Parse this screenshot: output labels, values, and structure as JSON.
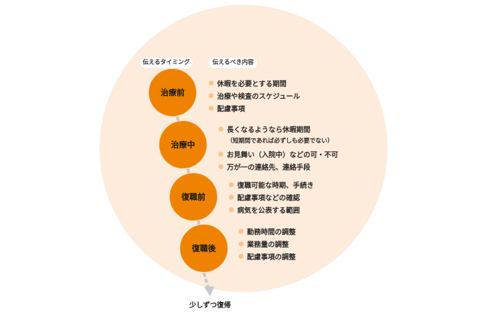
{
  "header": {
    "timing_label": "伝えるタイミング",
    "content_label": "伝えるべき内容"
  },
  "colors": {
    "background_circle": "#fdebdb",
    "node_fill": "#ef8200",
    "bullet": "#f7c58f",
    "connector": "#c8c8c8"
  },
  "stages": [
    {
      "label": "治療前",
      "items": [
        "休暇を必要とする期間",
        "治療や検査のスケジュール",
        "配慮事項"
      ]
    },
    {
      "label": "治療中",
      "items": [
        "長くなるようなら休暇期間",
        "お見舞い（入院中）などの可・不可",
        "万が一の連絡先、連絡手段"
      ],
      "note": "（短期間であれば必ずしも必要でない）"
    },
    {
      "label": "復職前",
      "items": [
        "復職可能な時期、手続き",
        "配慮事項などの確認",
        "病気を公表する範囲"
      ]
    },
    {
      "label": "復職後",
      "items": [
        "勤務時間の調整",
        "業務量の調整",
        "配慮事項の調整"
      ]
    }
  ],
  "footer": {
    "arrow_label": "少しずつ復帰"
  }
}
